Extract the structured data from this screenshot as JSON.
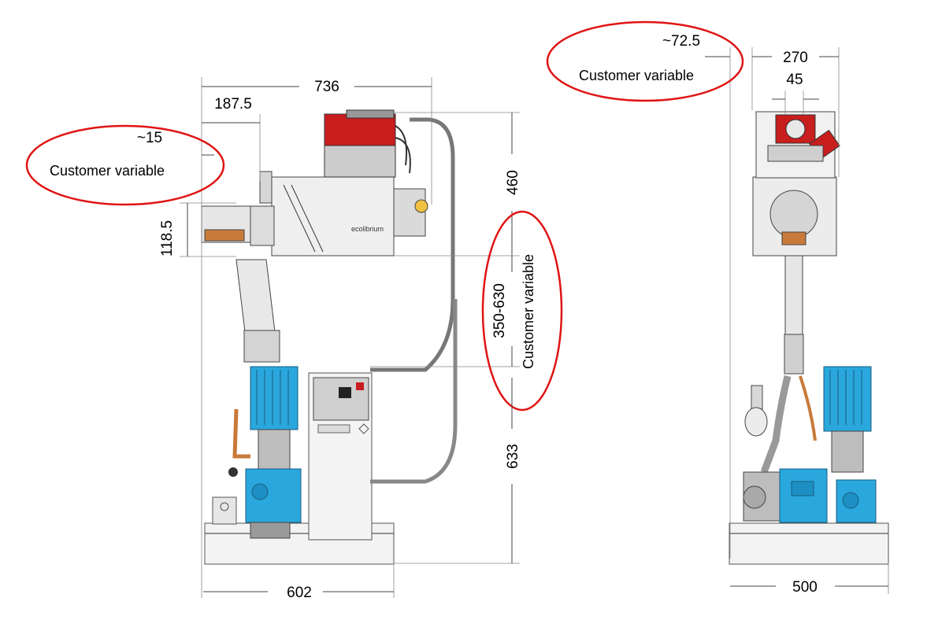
{
  "dimensions": {
    "left_view": {
      "overall_width_top": "736",
      "offset_top": "187.5",
      "offset_variable": "~15",
      "height_left": "118.5",
      "height_top": "460",
      "height_mid": "350-630",
      "height_bottom": "633",
      "base_width": "602"
    },
    "right_view": {
      "offset_variable": "~72.5",
      "width_top": "270",
      "width_inner": "45",
      "base_width": "500"
    }
  },
  "notes": {
    "left_top": "Customer variable",
    "left_mid": "Customer variable",
    "right_top": "Customer variable"
  },
  "brand_mark": "ecolibrium",
  "colors": {
    "annotation_red": "#e01414",
    "pump_blue": "#2aa7dd",
    "head_red": "#c81e1e",
    "frame_gray": "#d9d9d9",
    "copper": "#c87a3a"
  }
}
